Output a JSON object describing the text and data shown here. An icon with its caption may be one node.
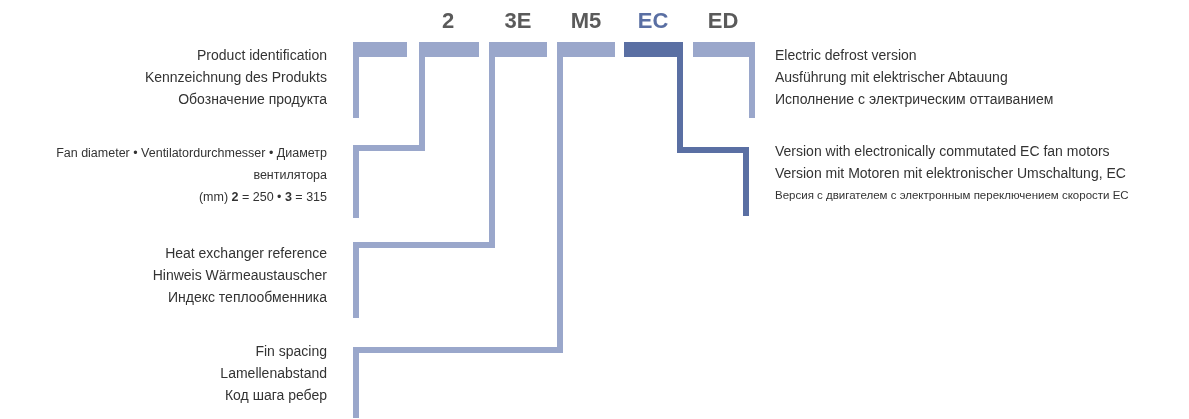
{
  "diagram": {
    "nodes": [
      {
        "text": [],
        "shape": "bar"
      },
      {
        "text": [
          "2"
        ]
      },
      {
        "text": [
          "3E"
        ]
      },
      {
        "text": [
          "M5"
        ]
      },
      {
        "text": [
          "EC"
        ]
      },
      {
        "text": [
          "ED"
        ]
      },
      {
        "text": [
          "Product identification",
          "Kennzeichnung des Produkts",
          "Обозначение продукта"
        ]
      },
      {
        "text": [
          "Fan diameter • Ventilatordurchmesser • Диаметр вентилятора",
          "(mm) **2** = 250 • **3** = 315"
        ]
      },
      {
        "text": [
          "Heat exchanger reference",
          "Hinweis Wärmeaustauscher",
          "Индекс теплообменника"
        ]
      },
      {
        "text": [
          "Fin spacing",
          "Lamellenabstand",
          "Код шага ребер"
        ]
      },
      {
        "text": [
          "Electric defrost version",
          "Ausführung mit elektrischer Abtauung",
          "Исполнение с электрическим оттаиванием"
        ]
      },
      {
        "text": [
          "Version with electronically commutated EC fan motors",
          "Version mit Motoren mit elektronischer Umschaltung, EC",
          "Версия с двигателем с электронным переключением скорости EC"
        ]
      }
    ],
    "edges": [
      {
        "from": 0,
        "to": 6,
        "arrow": "none"
      },
      {
        "from": 1,
        "to": 7,
        "arrow": "none"
      },
      {
        "from": 2,
        "to": 8,
        "arrow": "none"
      },
      {
        "from": 3,
        "to": 9,
        "arrow": "none"
      },
      {
        "from": 5,
        "to": 10,
        "arrow": "none"
      },
      {
        "from": 4,
        "to": 11,
        "arrow": "none",
        "color": "#5a6fa3"
      }
    ]
  }
}
